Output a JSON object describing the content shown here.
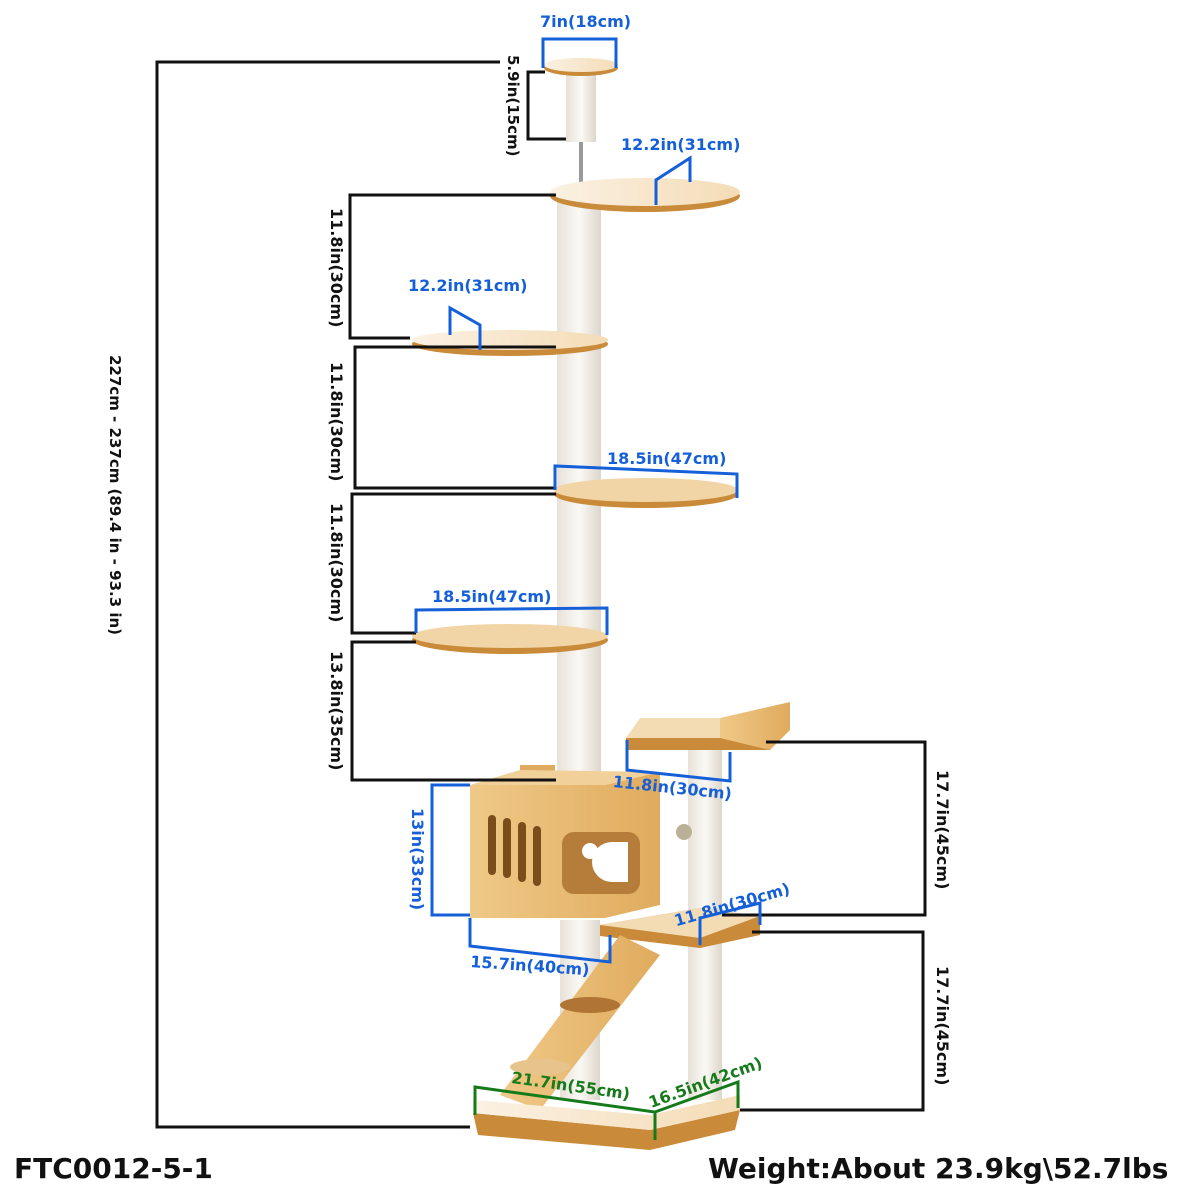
{
  "product": {
    "model_code": "FTC0012-5-1",
    "weight": "Weight:About 23.9kg\\52.7lbs"
  },
  "dimensions": {
    "overall_height": "227cm - 237cm (89.4 in - 93.3 in)",
    "top_perch_diameter": "7in(18cm)",
    "top_post_height": "5.9in(15cm)",
    "platform_1_width": "12.2in(31cm)",
    "platform_2_width": "12.2in(31cm)",
    "platform_3_width": "18.5in(47cm)",
    "platform_4_width": "18.5in(47cm)",
    "gap_1": "11.8in(30cm)",
    "gap_2": "11.8in(30cm)",
    "gap_3": "11.8in(30cm)",
    "gap_4": "13.8in(35cm)",
    "condo_height": "13in(33cm)",
    "condo_width": "15.7in(40cm)",
    "basket_width": "11.8in(30cm)",
    "side_platform_width": "11.8in(30cm)",
    "side_upper_height": "17.7in(45cm)",
    "side_lower_height": "17.7in(45cm)",
    "base_length": "21.7in(55cm)",
    "base_depth": "16.5in(42cm)"
  },
  "colors": {
    "dimension_blue": "#1560d8",
    "dimension_green": "#157a1a",
    "dimension_black": "#111111",
    "wood": "#e8b86a",
    "wood_edge": "#c98b3a",
    "sisal": "#f4f0ea"
  }
}
